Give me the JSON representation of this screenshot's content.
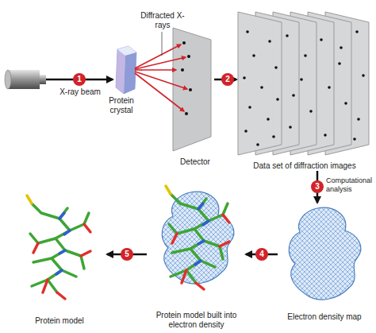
{
  "diagram": {
    "nodes": [
      {
        "text": [
          "Protein crystal"
        ]
      },
      {
        "text": [
          "Detector"
        ]
      },
      {
        "text": [
          "Data set of diffraction images"
        ]
      },
      {
        "text": [
          "Electron density map"
        ]
      },
      {
        "text": [
          "Protein model built into electron density"
        ]
      },
      {
        "text": [
          "Protein model"
        ]
      }
    ],
    "edges": [
      {
        "from": 0,
        "to": 1,
        "arrow": "to"
      },
      {
        "from": 1,
        "to": 2,
        "arrow": "to"
      },
      {
        "from": 2,
        "to": 3,
        "arrow": "to",
        "label": "Computational analysis"
      },
      {
        "from": 3,
        "to": 4,
        "arrow": "to"
      },
      {
        "from": 4,
        "to": 5,
        "arrow": "to"
      }
    ],
    "labels": [
      "Diffracted X-rays",
      "X-ray beam",
      "1",
      "2",
      "3",
      "4",
      "5"
    ]
  }
}
